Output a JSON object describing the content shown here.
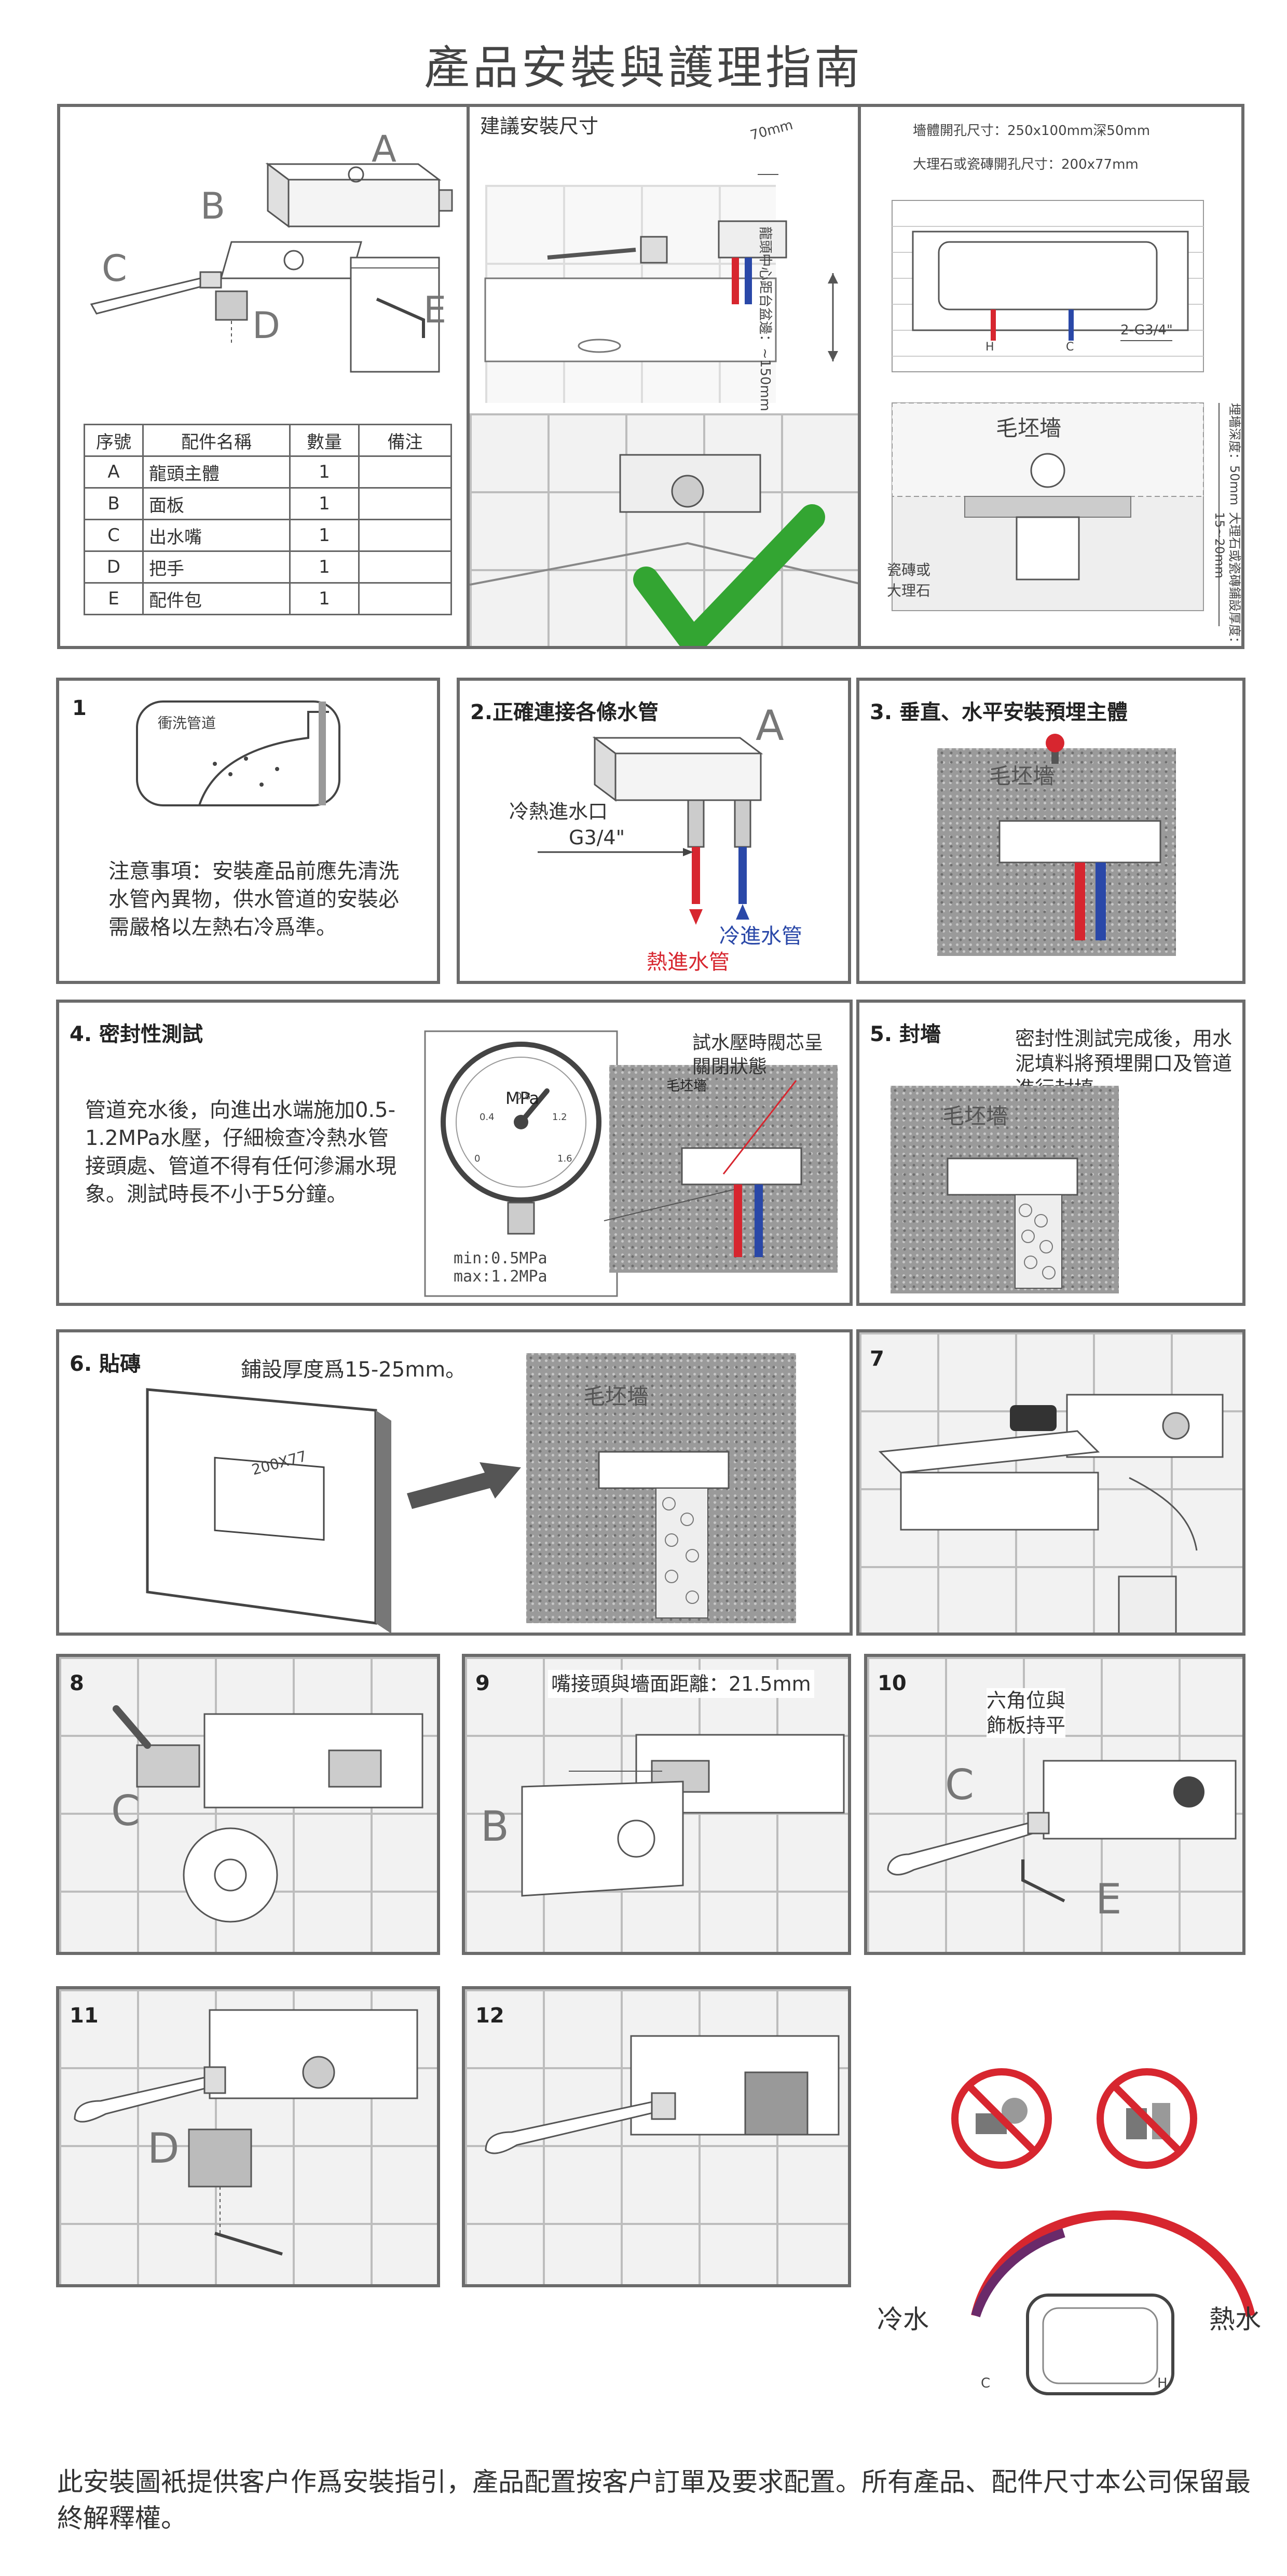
{
  "title": "產品安裝與護理指南",
  "top": {
    "letters": {
      "a": "A",
      "b": "B",
      "c": "C",
      "d": "D",
      "e": "E"
    },
    "table": {
      "headers": [
        "序號",
        "配件名稱",
        "數量",
        "備注"
      ],
      "rows": [
        {
          "no": "A",
          "name": "龍頭主體",
          "qty": "1",
          "note": ""
        },
        {
          "no": "B",
          "name": "面板",
          "qty": "1",
          "note": ""
        },
        {
          "no": "C",
          "name": "出水嘴",
          "qty": "1",
          "note": ""
        },
        {
          "no": "D",
          "name": "把手",
          "qty": "1",
          "note": ""
        },
        {
          "no": "E",
          "name": "配件包",
          "qty": "1",
          "note": ""
        }
      ]
    },
    "install_size": "建議安裝尺寸",
    "dim_70": "70mm",
    "dim_height": "龍頭中心距台盆邊：~150mm",
    "wall_hole": "墻體開孔尺寸：250x100mm深50mm",
    "stone_hole": "大理石或瓷磚開孔尺寸：200x77mm",
    "g34": "2-G3/4\"",
    "rough_wall": "毛坯墻",
    "tile_label": "瓷磚或\n大理石",
    "embed_depth": "埋墻深度：50mm",
    "tile_thickness": "大理石或瓷磚鋪設厚度：15~20mm",
    "h": "H",
    "c": "C"
  },
  "steps": {
    "s1": {
      "num": "1",
      "pipe_label": "衝洗管道",
      "note": "注意事項：安裝產品前應先清洗水管內異物，供水管道的安裝必需嚴格以左熱右冷爲準。"
    },
    "s2": {
      "title": "2.正確連接各條水管",
      "letter": "A",
      "inlet": "冷熱進水口",
      "g34": "G3/4\"",
      "cold": "冷進水管",
      "hot": "熱進水管"
    },
    "s3": {
      "title": "3. 垂直、水平安裝預埋主體",
      "wall": "毛坯墻"
    },
    "s4": {
      "title": "4. 密封性測試",
      "note": "管道充水後，向進出水端施加0.5-1.2MPa水壓，仔細檢查冷熱水管接頭處、管道不得有任何滲漏水現象。測試時長不小于5分鐘。",
      "valve_note": "試水壓時閥芯呈關閉狀態",
      "gauge_unit": "MPa",
      "minmax": "min:0.5MPa\nmax:1.2MPa",
      "wall": "毛坯墻",
      "ticks": [
        "0",
        "0.4",
        "0.8",
        "1.2",
        "1.6"
      ]
    },
    "s5": {
      "title": "5. 封墻",
      "note": "密封性測試完成後，用水泥填料將預埋開口及管道進行封填。",
      "wall": "毛坯墻"
    },
    "s6": {
      "title": "6. 貼磚",
      "note": "鋪設厚度爲15-25mm。",
      "size": "200X77",
      "wall": "毛坯墻"
    },
    "s7": {
      "num": "7"
    },
    "s8": {
      "num": "8",
      "letter": "C"
    },
    "s9": {
      "num": "9",
      "note": "嘴接頭與墻面距離：21.5mm",
      "letter": "B"
    },
    "s10": {
      "num": "10",
      "note": "六角位與\n飾板持平",
      "letter_c": "C",
      "letter_e": "E"
    },
    "s11": {
      "num": "11",
      "letter": "D"
    },
    "s12": {
      "num": "12"
    }
  },
  "care": {
    "cold": "冷水",
    "hot": "熱水",
    "c": "C",
    "h": "H"
  },
  "footer": "此安裝圖衹提供客户作爲安裝指引，產品配置按客户訂單及要求配置。所有產品、配件尺寸本公司保留最終解釋權。",
  "colors": {
    "hot": "#d7262f",
    "cold": "#2a48a8",
    "check": "#33a532",
    "border": "#6b6b6b",
    "prohibit": "#d7262f"
  }
}
